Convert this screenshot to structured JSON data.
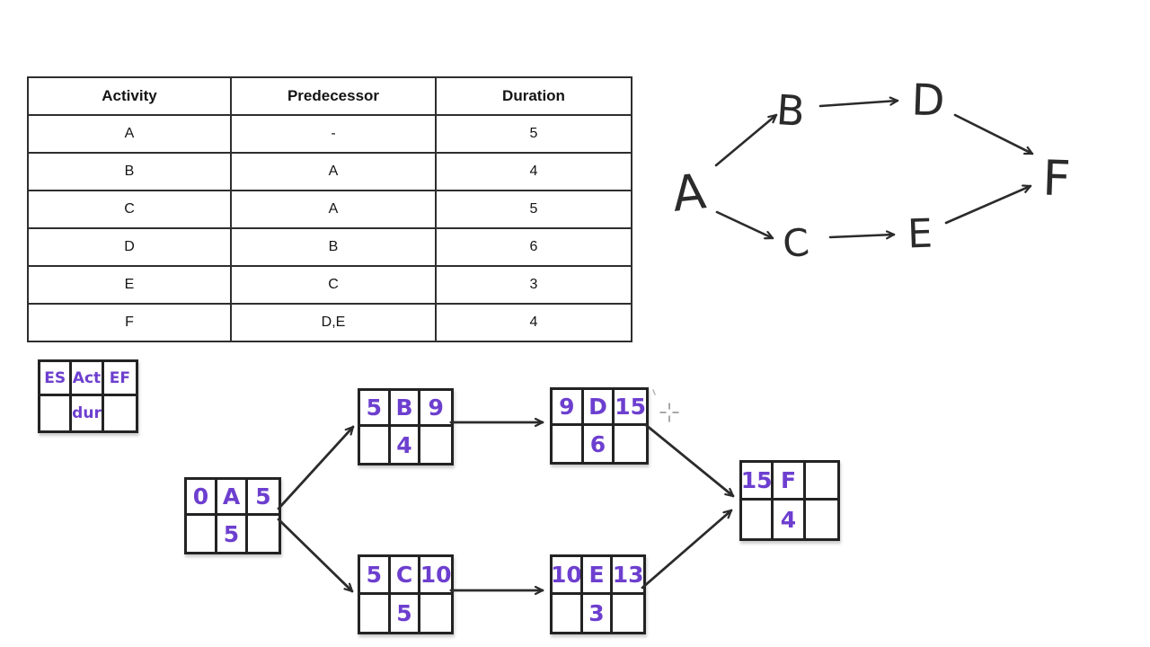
{
  "table": {
    "headers": [
      "Activity",
      "Predecessor",
      "Duration"
    ],
    "rows": [
      [
        "A",
        "-",
        "5"
      ],
      [
        "B",
        "A",
        "4"
      ],
      [
        "C",
        "A",
        "5"
      ],
      [
        "D",
        "B",
        "6"
      ],
      [
        "E",
        "C",
        "3"
      ],
      [
        "F",
        "D,E",
        "4"
      ]
    ]
  },
  "sketch": {
    "nodes": {
      "A": "A",
      "B": "B",
      "C": "C",
      "D": "D",
      "E": "E",
      "F": "F"
    },
    "edges": [
      {
        "from": "A",
        "to": "B"
      },
      {
        "from": "B",
        "to": "D"
      },
      {
        "from": "D",
        "to": "F"
      },
      {
        "from": "A",
        "to": "C"
      },
      {
        "from": "C",
        "to": "E"
      },
      {
        "from": "E",
        "to": "F"
      }
    ]
  },
  "legend": {
    "es": "ES",
    "act": "Act",
    "ef": "EF",
    "dur": "dur"
  },
  "aon": {
    "nodes": {
      "A": {
        "es": "0",
        "act": "A",
        "ef": "5",
        "dur": "5"
      },
      "B": {
        "es": "5",
        "act": "B",
        "ef": "9",
        "dur": "4"
      },
      "C": {
        "es": "5",
        "act": "C",
        "ef": "10",
        "dur": "5"
      },
      "D": {
        "es": "9",
        "act": "D",
        "ef": "15",
        "dur": "6"
      },
      "E": {
        "es": "10",
        "act": "E",
        "ef": "13",
        "dur": "3"
      },
      "F": {
        "es": "15",
        "act": "F",
        "ef": "",
        "dur": "4"
      }
    },
    "edges": [
      {
        "from": "A",
        "to": "B"
      },
      {
        "from": "A",
        "to": "C"
      },
      {
        "from": "B",
        "to": "D"
      },
      {
        "from": "C",
        "to": "E"
      },
      {
        "from": "D",
        "to": "F"
      },
      {
        "from": "E",
        "to": "F"
      }
    ]
  },
  "cursor": {
    "type": "crosshair"
  },
  "colors": {
    "ink": "#2b2b2b",
    "marker_purple": "#6d3fcf",
    "box_border": "#232323"
  }
}
